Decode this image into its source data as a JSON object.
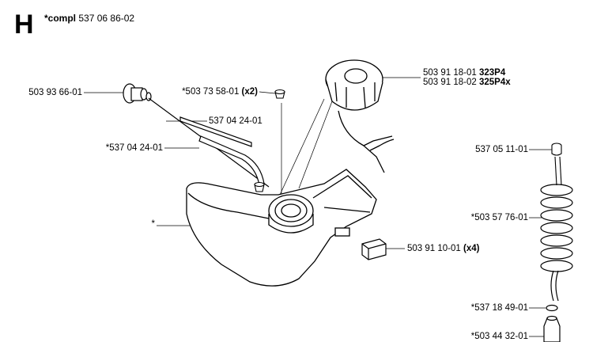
{
  "header": {
    "section": "H",
    "compl_prefix": "*compl",
    "compl_number": "537 06 86-02"
  },
  "labels": {
    "fuel_filter": "503 93 66-01",
    "grommet_num": "*503 73 58-01",
    "grommet_qty": "(x2)",
    "hose_a": "537 04 24-01",
    "hose_b": "*537 04 24-01",
    "cap_line1_num": "503 91 18-01",
    "cap_line1_model": "323P4",
    "cap_line2_num": "503 91 18-02",
    "cap_line2_model": "325P4x",
    "tank": "*",
    "pad_num": "503 91 10-01",
    "pad_qty": "(x4)",
    "spring_cap": "537 05 11-01",
    "spring": "*503 57 76-01",
    "ring": "*537 18 49-01",
    "bottom": "*503 44 32-01"
  }
}
